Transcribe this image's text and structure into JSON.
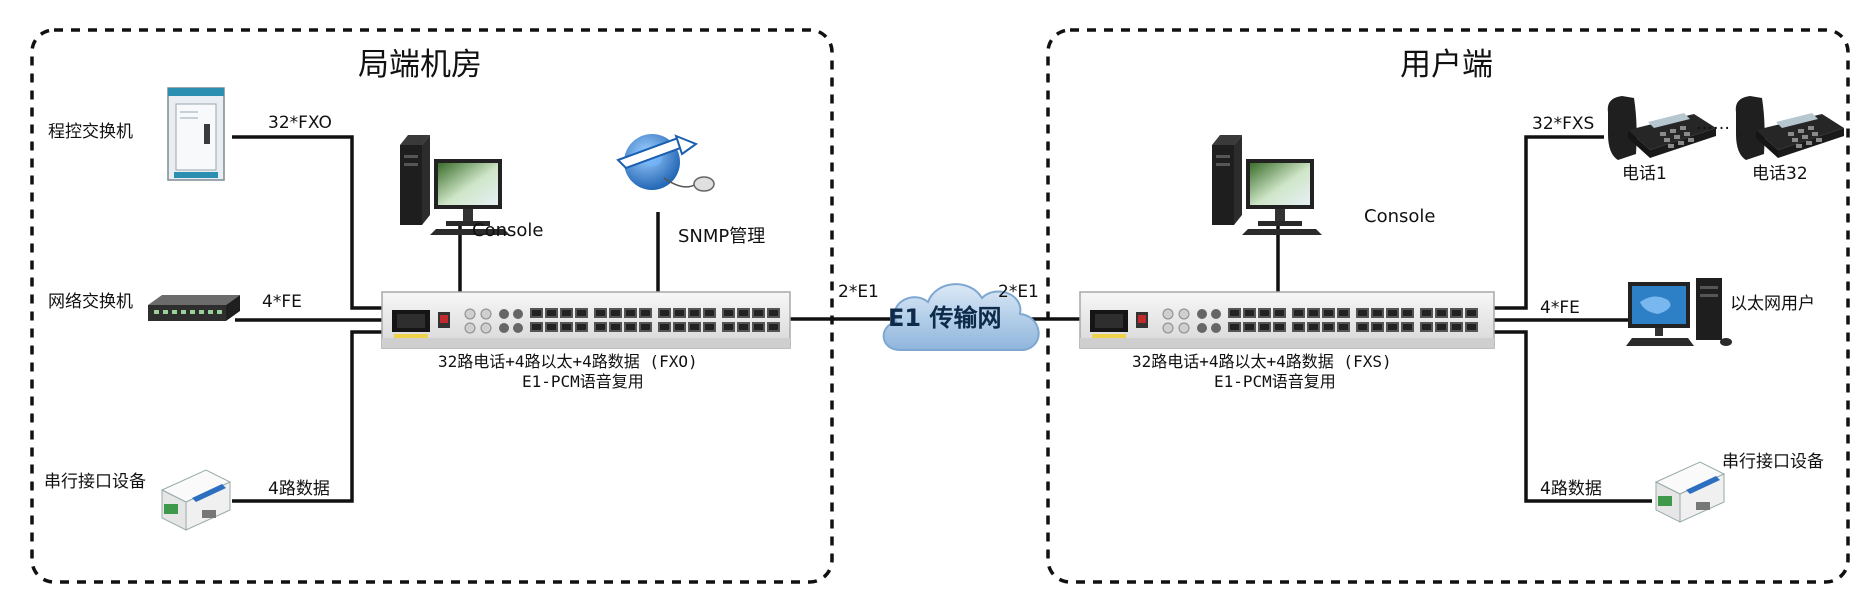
{
  "sections": {
    "office": {
      "title": "局端机房"
    },
    "user": {
      "title": "用户端"
    }
  },
  "office_devices": {
    "pbx": "程控交换机",
    "switch": "网络交换机",
    "serial": "串行接口设备",
    "console": "Console",
    "snmp": "SNMP管理"
  },
  "office_links": {
    "pbx_link": "32*FXO",
    "switch_link": "4*FE",
    "serial_link": "4路数据",
    "e1_link": "2*E1"
  },
  "office_mux": {
    "caption_line1": "32路电话+4路以太+4路数据 (FXO)",
    "caption_line2": "E1-PCM语音复用"
  },
  "network": {
    "cloud": "E1 传输网"
  },
  "user_devices": {
    "console": "Console",
    "phone1": "电话1",
    "ellipsis": "……",
    "phone32": "电话32",
    "ethernet_user": "以太网用户",
    "serial": "串行接口设备"
  },
  "user_links": {
    "phone_link": "32*FXS",
    "ethernet_link": "4*FE",
    "serial_link": "4路数据",
    "e1_link": "2*E1"
  },
  "user_mux": {
    "caption_line1": "32路电话+4路以太+4路数据 (FXS)",
    "caption_line2": "E1-PCM语音复用"
  },
  "colors": {
    "line": "#111111",
    "mux_body": "#ececec",
    "port_dark": "#4a4a4a",
    "cloud_fill": "#b9d3ea",
    "snmp_globe": "#2f7fd0",
    "cabinet": "#e9eef2",
    "cabinet_accent": "#2a8fb0",
    "serial_body": "#f1f1f1",
    "serial_accent": "#2c6fc0",
    "serial_terminal": "#3e9a4a"
  },
  "icons": {
    "pbx": "server-cabinet-icon",
    "switch": "network-switch-icon",
    "serial": "serial-converter-icon",
    "console": "desktop-pc-icon",
    "snmp": "snmp-globe-icon",
    "phone": "desk-phone-icon",
    "ethernet_user": "desktop-pc-icon",
    "cloud": "cloud-icon",
    "mux": "rack-mux-icon"
  }
}
